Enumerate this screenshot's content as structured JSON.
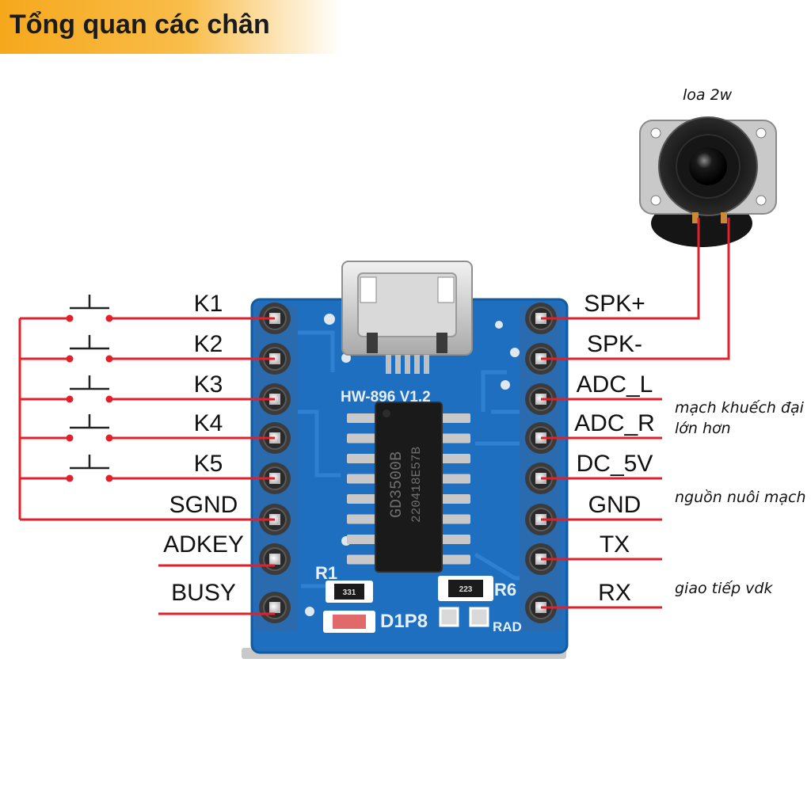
{
  "header": {
    "title": "Tổng quan các chân"
  },
  "speaker": {
    "label": "loa 2w"
  },
  "left_pins": [
    "K1",
    "K2",
    "K3",
    "K4",
    "K5",
    "SGND",
    "ADKEY",
    "BUSY"
  ],
  "right_pins": [
    "SPK+",
    "SPK-",
    "ADC_L",
    "ADC_R",
    "DC_5V",
    "GND",
    "TX",
    "RX"
  ],
  "notes": {
    "amplifier_line1": "mạch khuếch đại",
    "amplifier_line2": "lớn hơn",
    "power": "nguồn nuôi mạch",
    "mcu": "giao tiếp vdk"
  },
  "board": {
    "model": "HW-896  V1.2",
    "chip_line1": "GD3500B",
    "chip_line2": "220418E57B",
    "r1": "R1",
    "r6": "R6",
    "d1p8": "D1P8",
    "rad": "RAD",
    "r1_value": "331",
    "r6_value": "223"
  },
  "colors": {
    "wire": "#e2202a",
    "pcb": "#1f6fc0",
    "header_bg": "#f6a81c",
    "chip": "#1a1a1a"
  }
}
